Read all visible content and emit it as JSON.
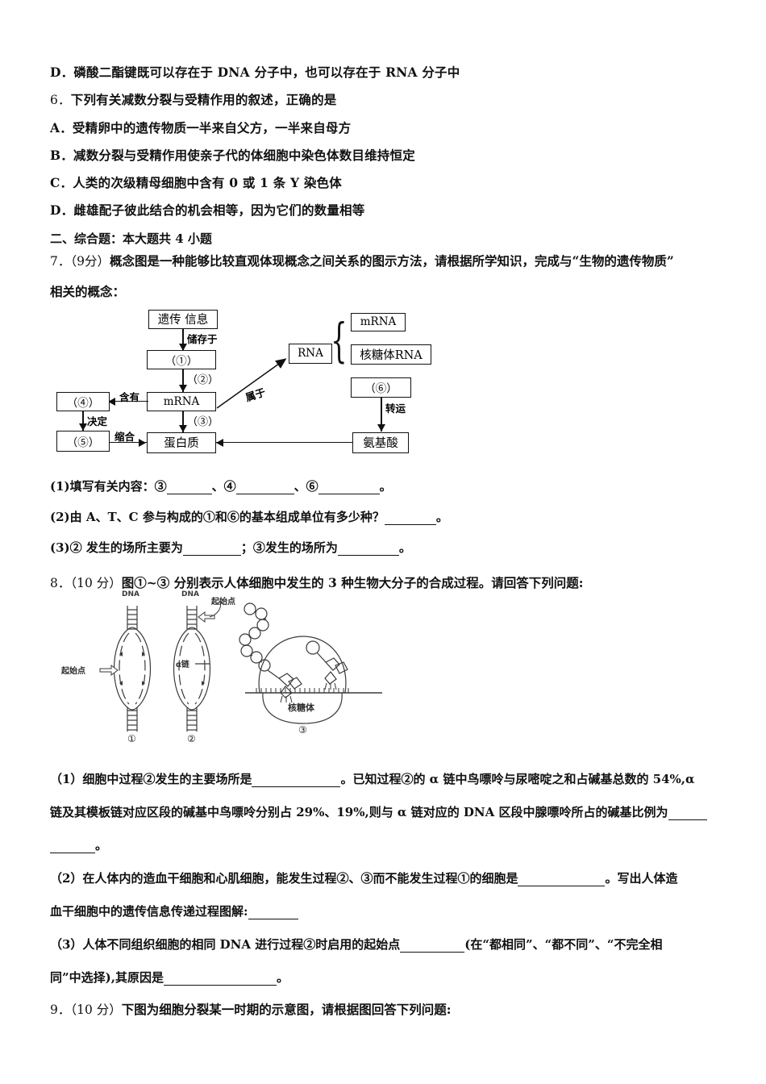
{
  "document": {
    "type": "exam-paper",
    "subject": "biology"
  },
  "questions": {
    "q5_option_d": "D．磷酸二酯键既可以存在于 DNA 分子中，也可以存在于 RNA 分子中",
    "q6": {
      "number": "6．",
      "stem": "下列有关减数分裂与受精作用的叙述，正确的是",
      "options": [
        "A．受精卵中的遗传物质一半来自父方，一半来自母方",
        "B．减数分裂与受精作用使亲子代的体细胞中染色体数目维持恒定",
        "C．人类的次级精母细胞中含有 0 或 1 条 Y 染色体",
        "D．雌雄配子彼此结合的机会相等，因为它们的数量相等"
      ]
    },
    "section2_heading": "二、综合题：本大题共 4 小题",
    "q7": {
      "number": "7．",
      "score": "（9分）",
      "stem_line1": "概念图是一种能够比较直观体现概念之间关系的图示方法，请根据所学知识，完成与“生物的遗传物质”",
      "stem_line2": "相关的概念：",
      "sub1_pre": "(1)填写有关内容：③",
      "sub1_mid1": "、④",
      "sub1_mid2": "、⑥",
      "sub1_end": "。",
      "sub2_pre": "(2)由 A、T、C 参与构成的①和⑥的基本组成单位有多少种？",
      "sub2_end": "。",
      "sub3_pre": "(3)② 发生的场所主要为",
      "sub3_mid": "；③发生的场所为",
      "sub3_end": "。"
    },
    "q8": {
      "number": "8．",
      "score": "（10 分）",
      "stem": "图①~③ 分别表示人体细胞中发生的 3 种生物大分子的合成过程。请回答下列问题:",
      "sub1_a": "（1）细胞中过程②发生的主要场所是",
      "sub1_b": "。已知过程②的 α 链中鸟嘌呤与尿嘧啶之和占碱基总数的 54%,α",
      "sub1_c": "链及其模板链对应区段的碱基中鸟嘌呤分别占 29%、19%,则与 α 链对应的 DNA 区段中腺嘌呤所占的碱基比例为",
      "sub1_d": "。",
      "sub2_a": "（2）在人体内的造血干细胞和心肌细胞，能发生过程②、③而不能发生过程①的细胞是",
      "sub2_b": "。写出人体造",
      "sub2_c": "血干细胞中的遗传信息传递过程图解:",
      "sub3_a": "（3）人体不同组织细胞的相同 DNA 进行过程②时启用的起始点",
      "sub3_b": "(在“都相同”、“都不同”、“不完全相",
      "sub3_c": "同”中选择),其原因是",
      "sub3_d": "。"
    },
    "q9": {
      "number": "9．",
      "score": "（10 分）",
      "stem": "下图为细胞分裂某一时期的示意图，请根据图回答下列问题:"
    }
  },
  "concept_diagram": {
    "boxes": {
      "genetic_info": "遗传 信息",
      "n1": "（①）",
      "mrna_center": "mRNA",
      "protein": "蛋白质",
      "n4": "（④）",
      "n5": "（⑤）",
      "rna": "RNA",
      "mrna_right": "mRNA",
      "rrna": "核糖体RNA",
      "n6": "（⑥）",
      "amino_acid": "氨基酸"
    },
    "edge_labels": {
      "store_in": "储存于",
      "step2": "（②）",
      "step3": "（③）",
      "contains": "含有",
      "determines": "决定",
      "condense": "缩合",
      "belongs_to": "属于",
      "transport": "转运"
    }
  },
  "bio_figure": {
    "labels": {
      "dna_left": "DNA",
      "dna_right": "DNA",
      "origin_left": "起始点",
      "origin_right": "起始点",
      "alpha_chain": "α链",
      "ribosome": "核糖体",
      "fig1": "①",
      "fig2": "②",
      "fig3": "③"
    }
  },
  "colors": {
    "ink": "#111111",
    "paper": "#ffffff",
    "figure_gray": "#3a3a3a"
  }
}
